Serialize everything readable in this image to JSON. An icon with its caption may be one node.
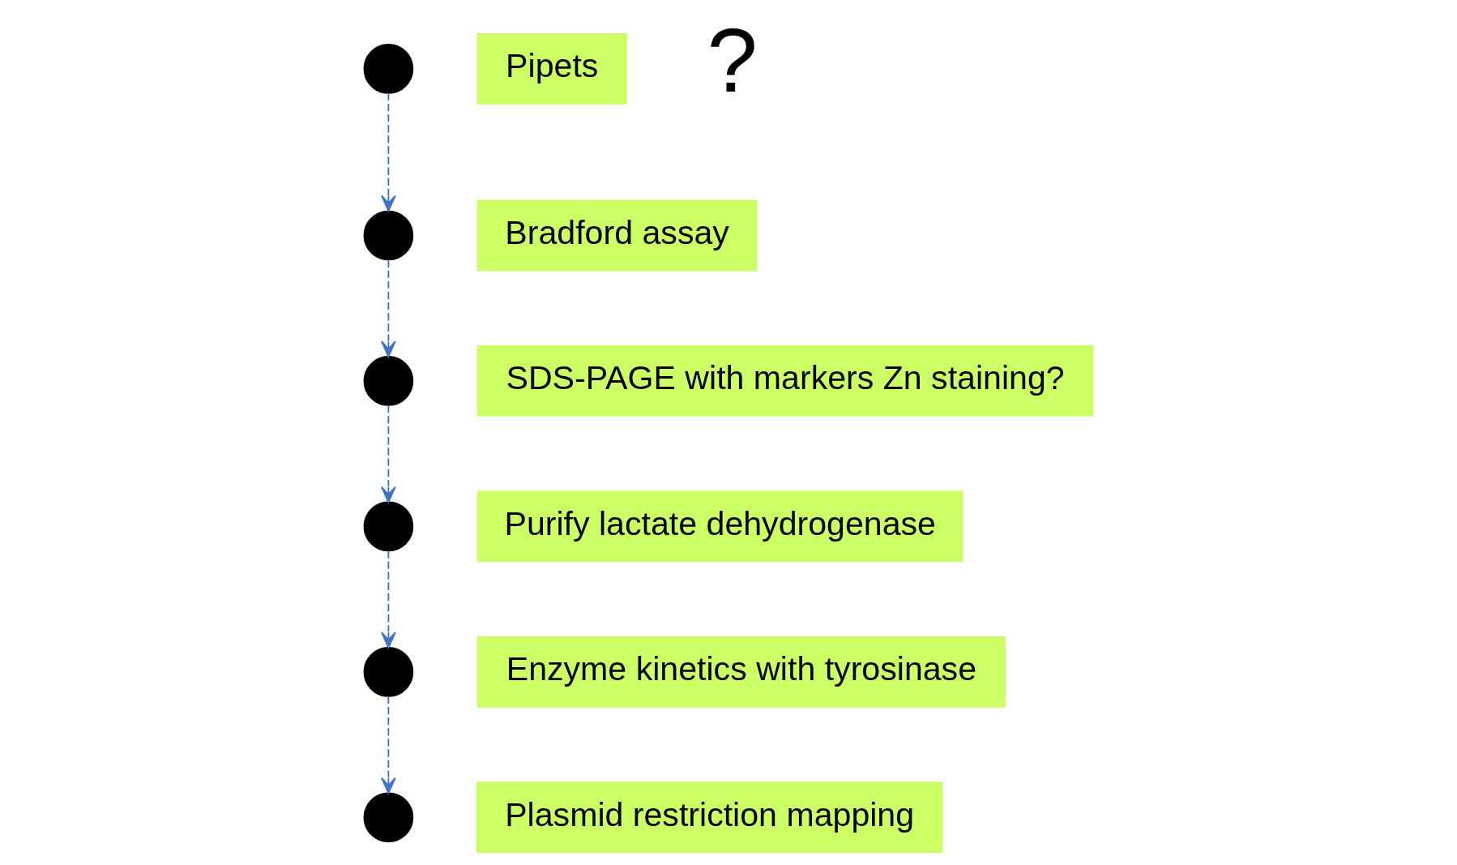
{
  "diagram": {
    "nodes": [
      {
        "text": [],
        "shape": "circle"
      },
      {
        "text": [
          "Pipets"
        ]
      },
      {
        "text": [],
        "shape": "circle"
      },
      {
        "text": [
          "Bradford assay"
        ]
      },
      {
        "text": [],
        "shape": "circle"
      },
      {
        "text": [
          "SDS-PAGE with markers Zn staining?"
        ]
      },
      {
        "text": [],
        "shape": "circle"
      },
      {
        "text": [
          "Purify lactate dehydrogenase"
        ]
      },
      {
        "text": [],
        "shape": "circle"
      },
      {
        "text": [
          "Enzyme kinetics with tyrosinase"
        ]
      },
      {
        "text": [],
        "shape": "circle"
      },
      {
        "text": [
          "Plasmid restriction mapping"
        ]
      }
    ],
    "edges": [
      {
        "from": 0,
        "to": 2,
        "arrow": "to",
        "style": "dashed"
      },
      {
        "from": 2,
        "to": 4,
        "arrow": "to",
        "style": "dashed"
      },
      {
        "from": 4,
        "to": 6,
        "arrow": "to",
        "style": "dashed"
      },
      {
        "from": 6,
        "to": 8,
        "arrow": "to",
        "style": "dashed"
      },
      {
        "from": 8,
        "to": 10,
        "arrow": "to",
        "style": "dashed"
      }
    ],
    "labels": [
      "?"
    ]
  }
}
